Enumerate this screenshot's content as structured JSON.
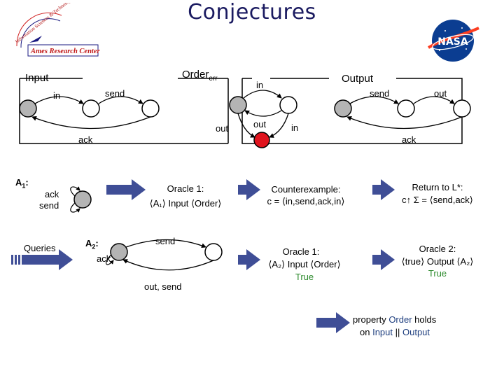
{
  "title": "Conjectures",
  "ames_logo": {
    "arc_text": "Information Sciences & Technology",
    "name_text": "Ames Research Center"
  },
  "nasa_logo": {
    "text": "NASA"
  },
  "top_section": {
    "input": {
      "name": "Input",
      "labels": {
        "in": "in",
        "send": "send",
        "ack": "ack"
      }
    },
    "order": {
      "name": "Order",
      "subscript": "err",
      "labels": {
        "in": "in",
        "out_left": "out",
        "out_bottom": "out",
        "in_right": "in"
      }
    },
    "output": {
      "name": "Output",
      "labels": {
        "send": "send",
        "out": "out",
        "ack": "ack"
      }
    }
  },
  "a1": {
    "label": "A",
    "subscript": "1",
    "label_colon": ":",
    "ack": "ack",
    "send": "send"
  },
  "queries": {
    "label": "Queries"
  },
  "a2": {
    "label": "A",
    "subscript": "2",
    "label_colon": ":",
    "send": "send",
    "ack": "ack",
    "out_send": "out, send"
  },
  "oracle1_a1": {
    "line1": "Oracle 1:",
    "line2": "⟨A₁⟩ Input ⟨Order⟩"
  },
  "counterexample": {
    "line1": "Counterexample:",
    "line2": "c = ⟨in,send,ack,in⟩"
  },
  "return_to_lstar": {
    "line1": "Return to L*:",
    "line2": "c↑ Σ = ⟨send,ack⟩"
  },
  "oracle1_a2": {
    "line1": "Oracle 1:",
    "line2": "⟨A₂⟩ Input ⟨Order⟩",
    "line3": "True"
  },
  "oracle2": {
    "line1": "Oracle 2:",
    "line2": "⟨true⟩ Output ⟨A₂⟩",
    "line3": "True"
  },
  "conclusion": {
    "prefix": "property ",
    "order_word": "Order",
    "mid": " holds",
    "line2_prefix": "on ",
    "input_word": "Input",
    "sep": " || ",
    "output_word": "Output"
  },
  "colors": {
    "state_gray": "#b4b4b4",
    "state_red": "#e0141e",
    "arrow_blue": "#3f4e96",
    "true_green": "#2e8b2e",
    "title_navy": "#1a1a60"
  }
}
